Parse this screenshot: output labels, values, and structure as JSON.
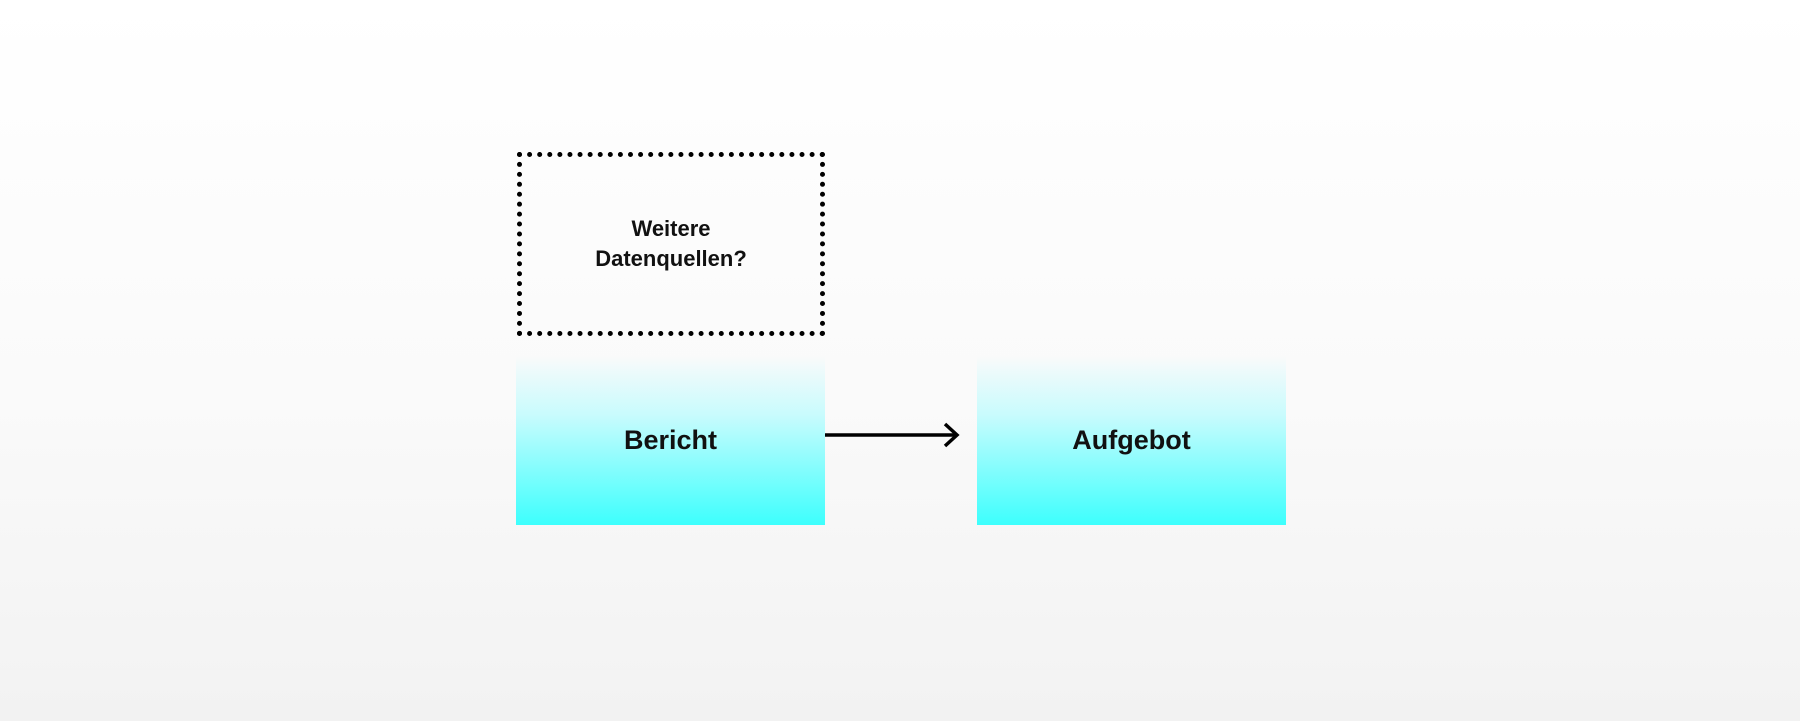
{
  "diagram": {
    "optional_box": {
      "line1": "Weitere",
      "line2": "Datenquellen?"
    },
    "nodes": [
      {
        "label": "Bericht"
      },
      {
        "label": "Aufgebot"
      }
    ],
    "colors": {
      "node_fill": "#3dfffd",
      "stroke": "#000000",
      "text": "#111111"
    },
    "icons": [
      "arrow-right-icon"
    ]
  }
}
